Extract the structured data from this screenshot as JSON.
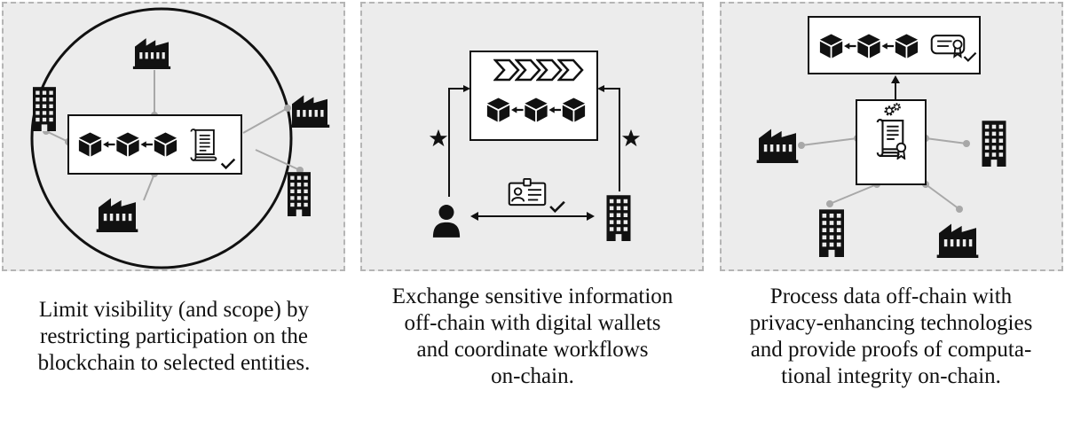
{
  "panels": [
    {
      "id": "restricted-participation",
      "caption": "Limit visibility (and scope) by\nrestricting participation on the\nblockchain to selected entities."
    },
    {
      "id": "off-chain-exchange",
      "caption": "Exchange sensitive information\noff-chain with digital wallets\nand coordinate workflows\non-chain."
    },
    {
      "id": "off-chain-computation",
      "caption": "Process data off-chain with\nprivacy-enhancing technologies\nand provide proofs of computa-\ntional integrity on-chain."
    }
  ],
  "colors": {
    "panel_background": "#ececec",
    "panel_border": "#b5b5b5",
    "connector": "#a8a8a8",
    "ink": "#111111"
  },
  "icons": [
    "factory-icon",
    "office-building-icon",
    "blockchain-icon",
    "smart-contract-icon",
    "checkmark-icon",
    "person-icon",
    "id-card-icon",
    "star-icon",
    "chevron-process-icon",
    "gears-icon",
    "certificate-icon"
  ]
}
